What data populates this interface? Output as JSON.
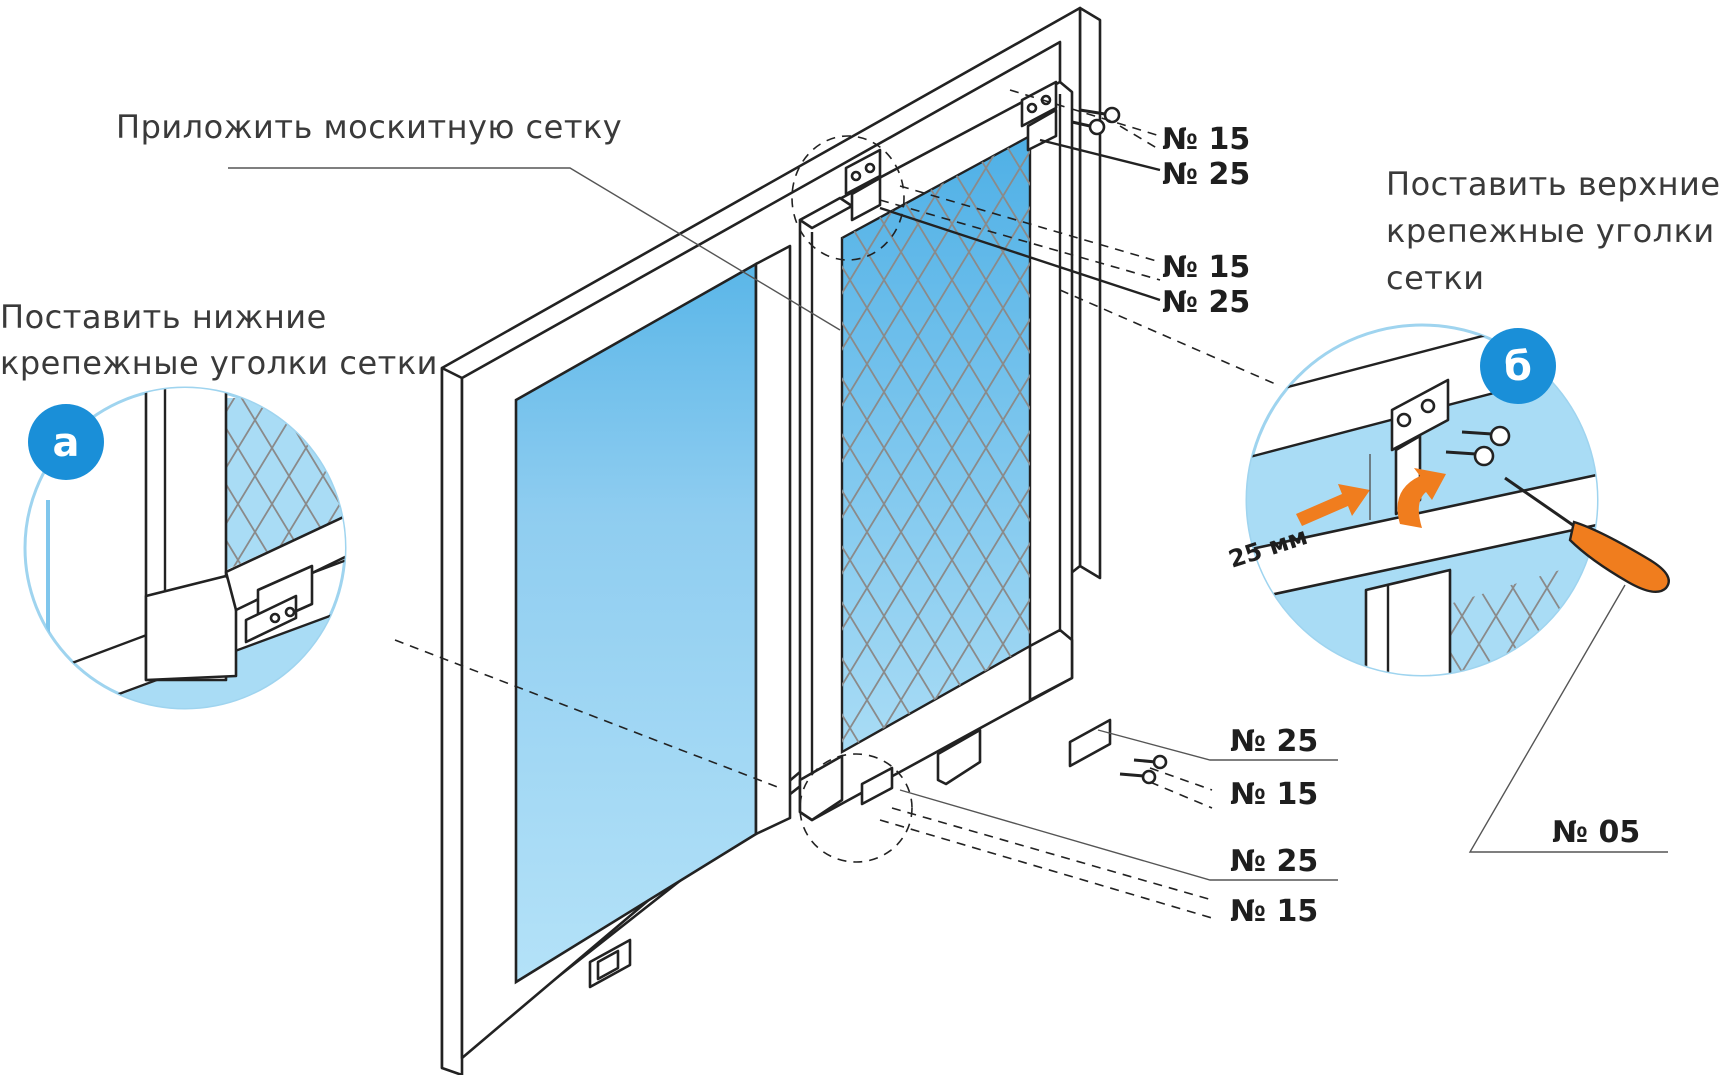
{
  "labels": {
    "apply_net": "Приложить москитную сетку",
    "lower_line1": "Поставить нижние",
    "lower_line2": "крепежные уголки сетки",
    "upper_line1": "Поставить верхние",
    "upper_line2": "крепежные уголки",
    "upper_line3": "сетки"
  },
  "badges": {
    "a": "а",
    "b": "б"
  },
  "dimension": "25 мм",
  "part_numbers": {
    "top_right_1": "№ 15",
    "top_right_2": "№ 25",
    "top_left_1": "№ 15",
    "top_left_2": "№ 25",
    "bottom_right_1": "№ 25",
    "bottom_right_2": "№ 15",
    "bottom_left_1": "№ 25",
    "bottom_left_2": "№ 15",
    "screwdriver": "№ 05"
  },
  "colors": {
    "glass_light": "#a9dcf5",
    "glass_dark": "#55b3e6",
    "badge": "#1a8fd8",
    "arrow": "#f07d1e",
    "outline": "#222222"
  },
  "icons": [
    "screw-icon",
    "screwdriver-icon",
    "corner-bracket-icon",
    "insert-arrow-icon"
  ]
}
